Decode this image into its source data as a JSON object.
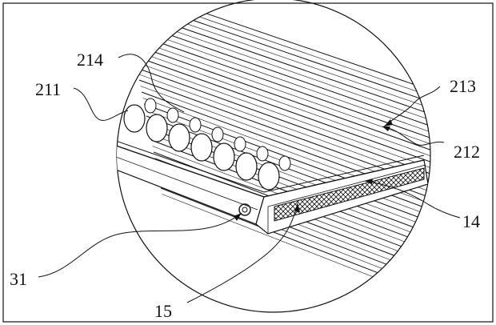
{
  "figure": {
    "labels": {
      "l214": "214",
      "l211": "211",
      "l213": "213",
      "l212": "212",
      "l14": "14",
      "l31": "31",
      "l15": "15"
    },
    "colors": {
      "ink": "#111111",
      "paper": "#ffffff"
    }
  }
}
